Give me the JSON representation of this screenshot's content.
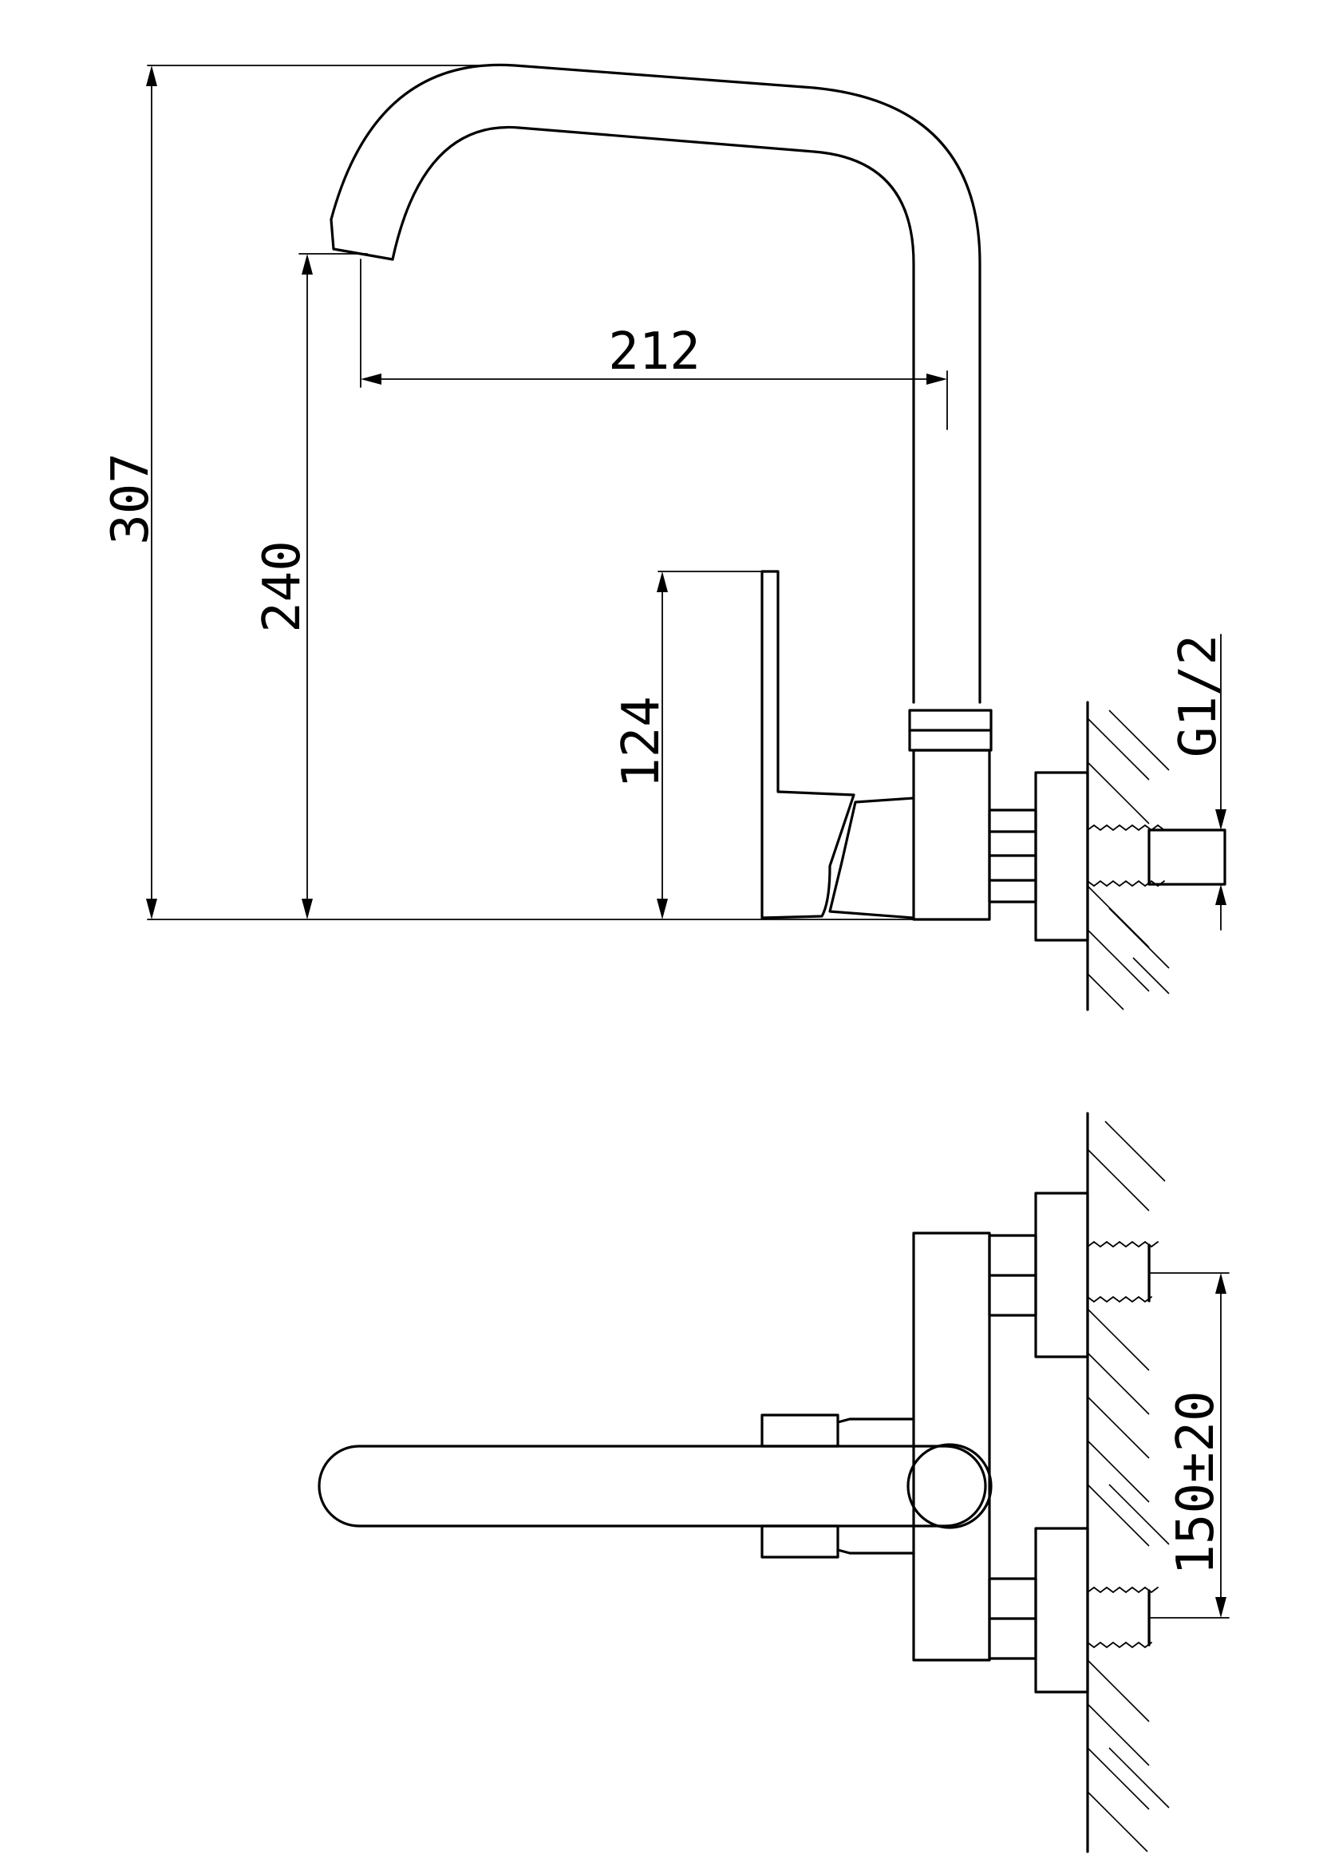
{
  "colors": {
    "line": "#000000",
    "background": "#ffffff"
  },
  "dimensions": {
    "total_height": "307",
    "outlet_height": "240",
    "spout_reach": "212",
    "body_height": "124",
    "thread": "G1/2",
    "center_distance": "150±20"
  }
}
